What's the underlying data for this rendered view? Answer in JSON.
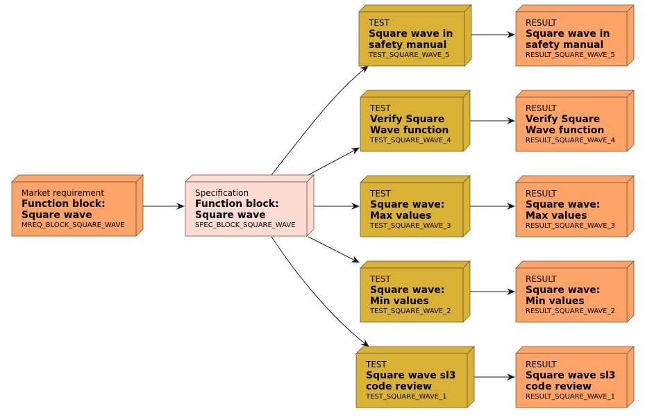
{
  "colors": {
    "requirement": "#FFA469",
    "specification": "#FFDCD3",
    "test": "#D9B235",
    "result": "#FFA469",
    "border": "#6B5A3A",
    "edge": "#181818"
  },
  "nodes": [
    {
      "id": "mreq",
      "kind": "requirement",
      "stereotype": "Market requirement",
      "title_lines": [
        "Function block:",
        "Square wave"
      ],
      "identifier": "MREQ_BLOCK_SQUARE_WAVE"
    },
    {
      "id": "spec",
      "kind": "specification",
      "stereotype": "Specification",
      "title_lines": [
        "Function block:",
        "Square wave"
      ],
      "identifier": "SPEC_BLOCK_SQUARE_WAVE"
    },
    {
      "id": "test5",
      "kind": "test",
      "stereotype": "TEST",
      "title_lines": [
        "Square wave in",
        "safety manual"
      ],
      "identifier": "TEST_SQUARE_WAVE_5"
    },
    {
      "id": "test4",
      "kind": "test",
      "stereotype": "TEST",
      "title_lines": [
        "Verify Square",
        "Wave function"
      ],
      "identifier": "TEST_SQUARE_WAVE_4"
    },
    {
      "id": "test3",
      "kind": "test",
      "stereotype": "TEST",
      "title_lines": [
        "Square wave:",
        "Max values"
      ],
      "identifier": "TEST_SQUARE_WAVE_3"
    },
    {
      "id": "test2",
      "kind": "test",
      "stereotype": "TEST",
      "title_lines": [
        "Square wave:",
        "Min values"
      ],
      "identifier": "TEST_SQUARE_WAVE_2"
    },
    {
      "id": "test1",
      "kind": "test",
      "stereotype": "TEST",
      "title_lines": [
        "Square wave sl3",
        "code review"
      ],
      "identifier": "TEST_SQUARE_WAVE_1"
    },
    {
      "id": "result5",
      "kind": "result",
      "stereotype": "RESULT",
      "title_lines": [
        "Square wave in",
        "safety manual"
      ],
      "identifier": "RESULT_SQUARE_WAVE_5"
    },
    {
      "id": "result4",
      "kind": "result",
      "stereotype": "RESULT",
      "title_lines": [
        "Verify Square",
        "Wave function"
      ],
      "identifier": "RESULT_SQUARE_WAVE_4"
    },
    {
      "id": "result3",
      "kind": "result",
      "stereotype": "RESULT",
      "title_lines": [
        "Square wave:",
        "Max values"
      ],
      "identifier": "RESULT_SQUARE_WAVE_3"
    },
    {
      "id": "result2",
      "kind": "result",
      "stereotype": "RESULT",
      "title_lines": [
        "Square wave:",
        "Min values"
      ],
      "identifier": "RESULT_SQUARE_WAVE_2"
    },
    {
      "id": "result1",
      "kind": "result",
      "stereotype": "RESULT",
      "title_lines": [
        "Square wave sl3",
        "code review"
      ],
      "identifier": "RESULT_SQUARE_WAVE_1"
    }
  ],
  "edges": [
    {
      "from": "mreq",
      "to": "spec"
    },
    {
      "from": "spec",
      "to": "test5"
    },
    {
      "from": "spec",
      "to": "test4"
    },
    {
      "from": "spec",
      "to": "test3"
    },
    {
      "from": "spec",
      "to": "test2"
    },
    {
      "from": "spec",
      "to": "test1"
    },
    {
      "from": "test5",
      "to": "result5"
    },
    {
      "from": "test4",
      "to": "result4"
    },
    {
      "from": "test3",
      "to": "result3"
    },
    {
      "from": "test2",
      "to": "result2"
    },
    {
      "from": "test1",
      "to": "result1"
    }
  ]
}
